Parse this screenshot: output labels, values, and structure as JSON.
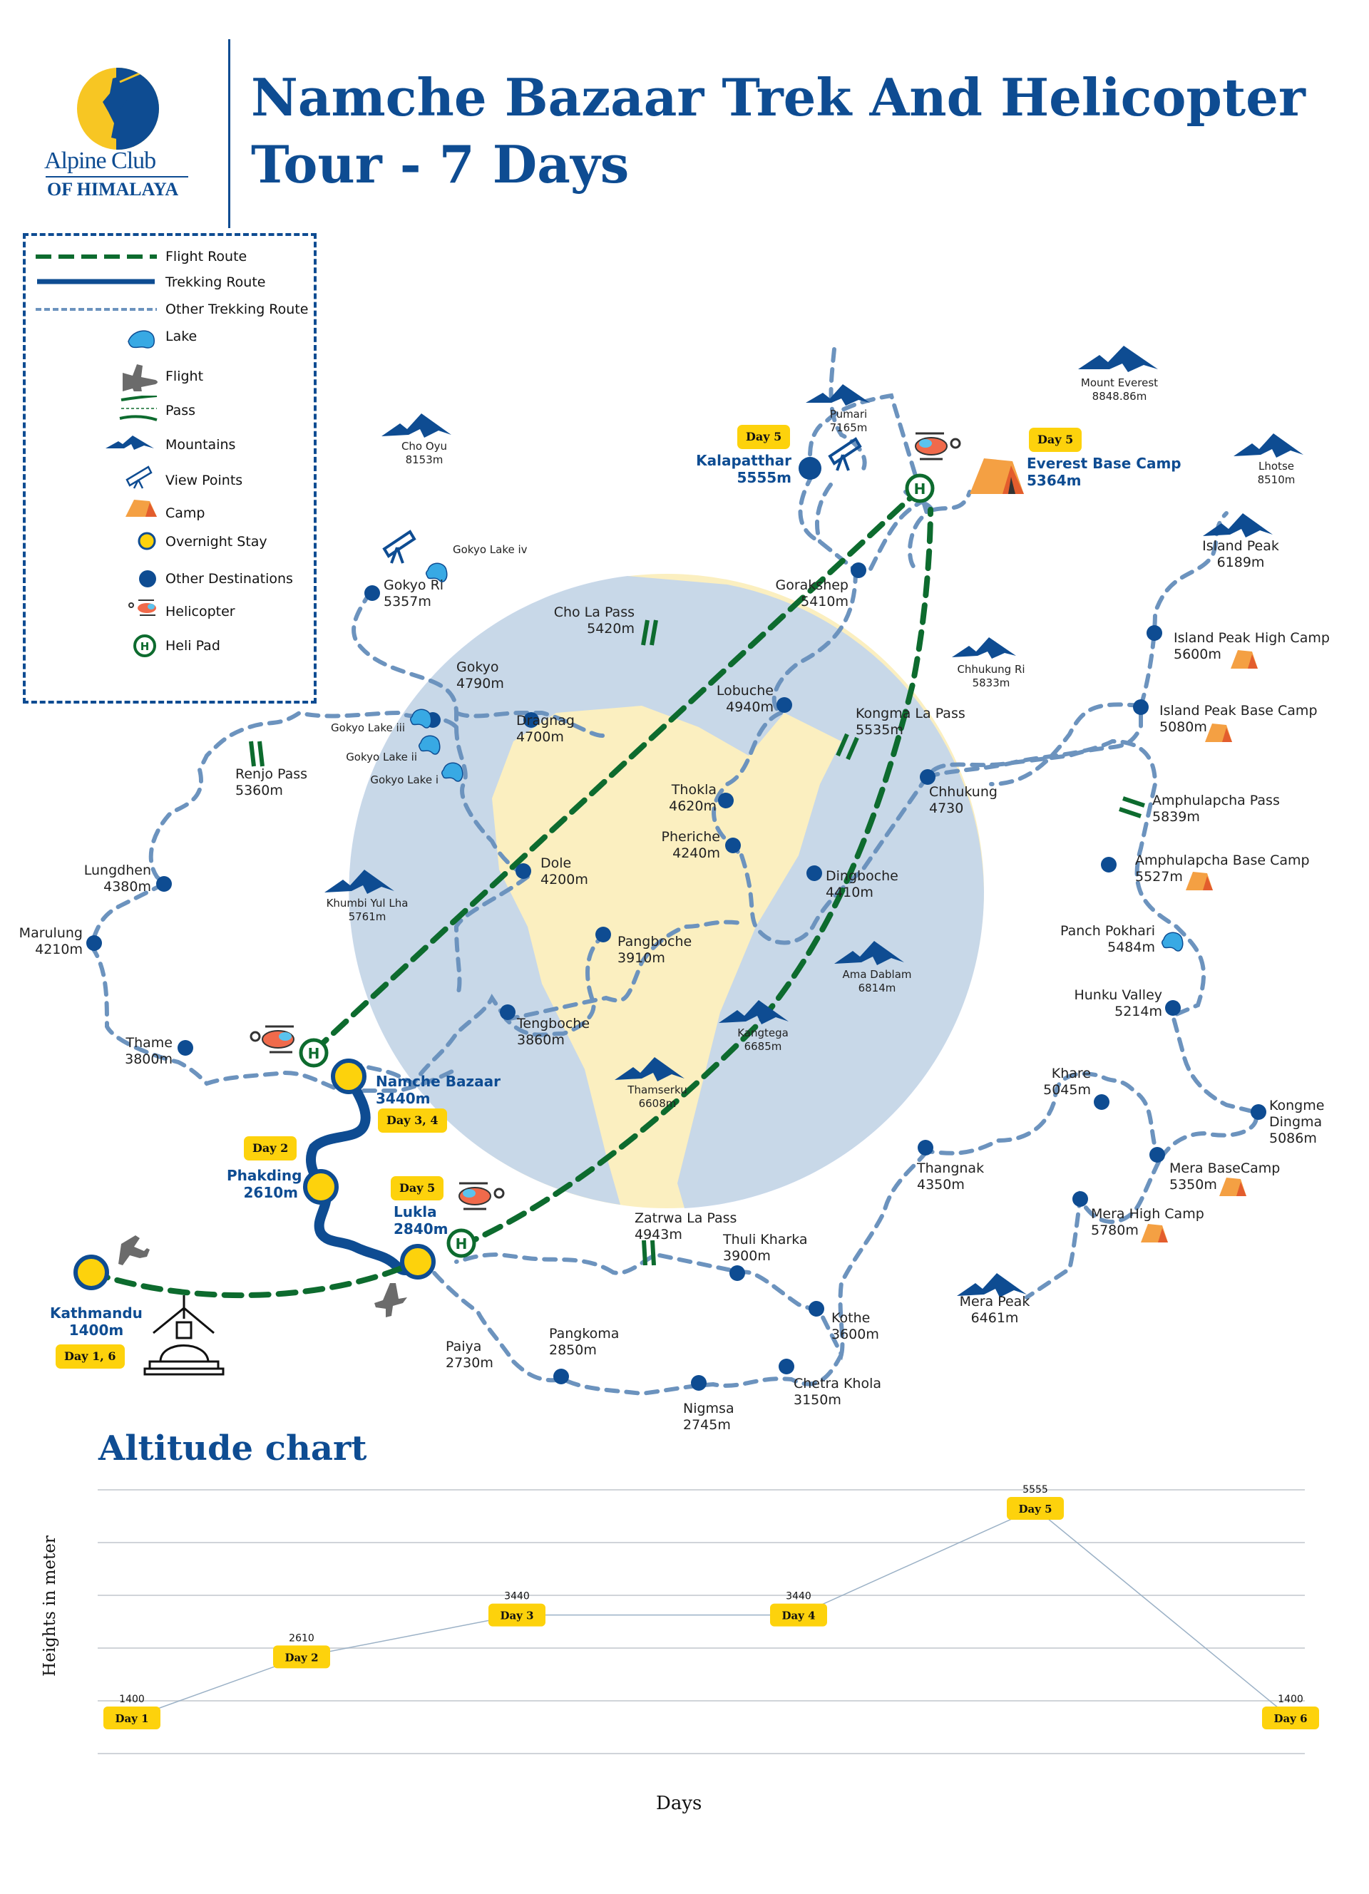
{
  "brand": {
    "line1": "Alpine Club",
    "line2": "OF HIMALAYA"
  },
  "title": "Namche Bazaar Trek And Helicopter Tour - 7 Days",
  "colors": {
    "primary_blue": "#0E4C92",
    "flight_green": "#0D6B2E",
    "other_route": "#6C93BE",
    "badge_yellow": "#FDD20C",
    "bg_yellow": "#FBEFC0",
    "bg_blue": "#C5D6EA"
  },
  "legend": [
    {
      "icon": "flight-route-line",
      "label": "Flight Route"
    },
    {
      "icon": "trekking-route-line",
      "label": "Trekking Route"
    },
    {
      "icon": "other-trekking-route-line",
      "label": "Other Trekking Route"
    },
    {
      "icon": "lake-icon",
      "label": "Lake"
    },
    {
      "icon": "airplane-icon",
      "label": "Flight"
    },
    {
      "icon": "pass-icon",
      "label": "Pass"
    },
    {
      "icon": "mountain-icon",
      "label": "Mountains"
    },
    {
      "icon": "telescope-icon",
      "label": "View Points"
    },
    {
      "icon": "tent-icon",
      "label": "Camp"
    },
    {
      "icon": "overnight-stay-icon",
      "label": "Overnight Stay"
    },
    {
      "icon": "destination-dot-icon",
      "label": "Other Destinations"
    },
    {
      "icon": "helicopter-icon",
      "label": "Helicopter"
    },
    {
      "icon": "helipad-icon",
      "label": "Heli Pad"
    }
  ],
  "map": {
    "overnight_stops": [
      {
        "name": "Kathmandu",
        "alt": "1400m",
        "days": "Day 1, 6"
      },
      {
        "name": "Phakding",
        "alt": "2610m",
        "days": "Day 2"
      },
      {
        "name": "Namche Bazaar",
        "alt": "3440m",
        "days": "Day 3, 4"
      },
      {
        "name": "Lukla",
        "alt": "2840m",
        "days": "Day 5"
      },
      {
        "name": "Kalapatthar",
        "alt": "5555m",
        "days": "Day 5"
      },
      {
        "name": "Everest Base Camp",
        "alt": "5364m",
        "days": "Day 5"
      }
    ],
    "destinations": [
      {
        "name": "Gokyo Ri",
        "alt": "5357m"
      },
      {
        "name": "Gokyo",
        "alt": "4790m"
      },
      {
        "name": "Dragnag",
        "alt": "4700m"
      },
      {
        "name": "Gorakshep",
        "alt": "5410m"
      },
      {
        "name": "Lobuche",
        "alt": "4940m"
      },
      {
        "name": "Thokla",
        "alt": "4620m"
      },
      {
        "name": "Pheriche",
        "alt": "4240m"
      },
      {
        "name": "Dingboche",
        "alt": "4410m"
      },
      {
        "name": "Chhukung",
        "alt": "4730"
      },
      {
        "name": "Dole",
        "alt": "4200m"
      },
      {
        "name": "Pangboche",
        "alt": "3910m"
      },
      {
        "name": "Tengboche",
        "alt": "3860m"
      },
      {
        "name": "Lungdhen",
        "alt": "4380m"
      },
      {
        "name": "Marulung",
        "alt": "4210m"
      },
      {
        "name": "Thame",
        "alt": "3800m"
      },
      {
        "name": "Island Peak High Camp",
        "alt": "5600m"
      },
      {
        "name": "Island Peak Base Camp",
        "alt": "5080m"
      },
      {
        "name": "Amphulapcha Base Camp",
        "alt": "5527m"
      },
      {
        "name": "Hunku Valley",
        "alt": "5214m"
      },
      {
        "name": "Kongme Dingma",
        "alt": "5086m"
      },
      {
        "name": "Khare",
        "alt": "5045m"
      },
      {
        "name": "Mera BaseCamp",
        "alt": "5350m"
      },
      {
        "name": "Mera High Camp",
        "alt": "5780m"
      },
      {
        "name": "Thangnak",
        "alt": "4350m"
      },
      {
        "name": "Thuli Kharka",
        "alt": "3900m"
      },
      {
        "name": "Kothe",
        "alt": "3600m"
      },
      {
        "name": "Chetra Khola",
        "alt": "3150m"
      },
      {
        "name": "Nigmsa",
        "alt": "2745m"
      },
      {
        "name": "Pangkoma",
        "alt": "2850m"
      },
      {
        "name": "Paiya",
        "alt": "2730m"
      }
    ],
    "passes": [
      {
        "name": "Cho La Pass",
        "alt": "5420m"
      },
      {
        "name": "Renjo Pass",
        "alt": "5360m"
      },
      {
        "name": "Kongma La Pass",
        "alt": "5535m"
      },
      {
        "name": "Amphulapcha Pass",
        "alt": "5839m"
      },
      {
        "name": "Zatrwa La Pass",
        "alt": "4943m"
      }
    ],
    "mountains": [
      {
        "name": "Mount Everest",
        "alt": "8848.86m"
      },
      {
        "name": "Pumari",
        "alt": "7165m"
      },
      {
        "name": "Lhotse",
        "alt": "8510m"
      },
      {
        "name": "Cho Oyu",
        "alt": "8153m"
      },
      {
        "name": "Island Peak",
        "alt": "6189m"
      },
      {
        "name": "Chhukung Ri",
        "alt": "5833m"
      },
      {
        "name": "Khumbi Yul Lha",
        "alt": "5761m"
      },
      {
        "name": "Ama Dablam",
        "alt": "6814m"
      },
      {
        "name": "Kangtega",
        "alt": "6685m"
      },
      {
        "name": "Thamserku",
        "alt": "6608m"
      },
      {
        "name": "Mera Peak",
        "alt": "6461m"
      }
    ],
    "lakes": [
      {
        "name": "Gokyo Lake iv"
      },
      {
        "name": "Gokyo Lake iii"
      },
      {
        "name": "Gokyo Lake ii"
      },
      {
        "name": "Gokyo Lake i"
      },
      {
        "name": "Panch Pokhari",
        "alt": "5484m"
      }
    ]
  },
  "chart_data": {
    "type": "line",
    "title": "Altitude chart",
    "xlabel": "Days",
    "ylabel": "Heights in meter",
    "categories": [
      "Day 1",
      "Day 2",
      "Day 3",
      "Day 4",
      "Day 5",
      "Day 6"
    ],
    "values": [
      1400,
      2610,
      3440,
      3440,
      5555,
      1400
    ],
    "value_labels": [
      "1400",
      "2610",
      "3440",
      "3440",
      "5555",
      "1400"
    ],
    "ylim": [
      0,
      6000
    ],
    "grid": true,
    "gridline_count": 6
  }
}
